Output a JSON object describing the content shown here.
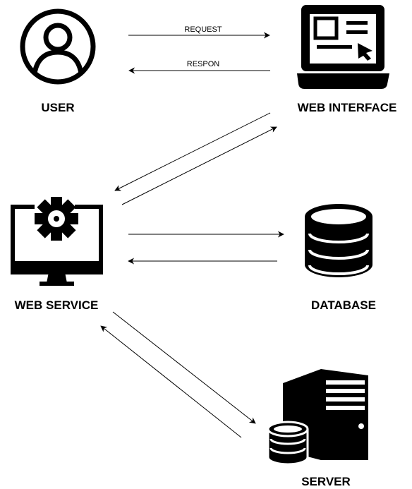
{
  "nodes": {
    "user": {
      "label": "USER",
      "icon": "user-icon"
    },
    "web_interface": {
      "label": "WEB INTERFACE",
      "icon": "laptop-icon"
    },
    "web_service": {
      "label": "WEB SERVICE",
      "icon": "monitor-gear-icon"
    },
    "database": {
      "label": "DATABASE",
      "icon": "database-icon"
    },
    "server": {
      "label": "SERVER",
      "icon": "server-tower-icon"
    }
  },
  "edges": {
    "user_to_web_interface": {
      "from": "USER",
      "to": "WEB INTERFACE",
      "label": "REQUEST"
    },
    "web_interface_to_user": {
      "from": "WEB INTERFACE",
      "to": "USER",
      "label": "RESPON"
    },
    "web_interface_to_web_service": {
      "from": "WEB INTERFACE",
      "to": "WEB SERVICE"
    },
    "web_service_to_web_interface": {
      "from": "WEB SERVICE",
      "to": "WEB INTERFACE"
    },
    "web_service_to_database": {
      "from": "WEB SERVICE",
      "to": "DATABASE"
    },
    "database_to_web_service": {
      "from": "DATABASE",
      "to": "WEB SERVICE"
    },
    "web_service_to_server": {
      "from": "WEB SERVICE",
      "to": "SERVER"
    },
    "server_to_web_service": {
      "from": "SERVER",
      "to": "WEB SERVICE"
    }
  },
  "colors": {
    "ink": "#000000",
    "background": "#ffffff"
  }
}
